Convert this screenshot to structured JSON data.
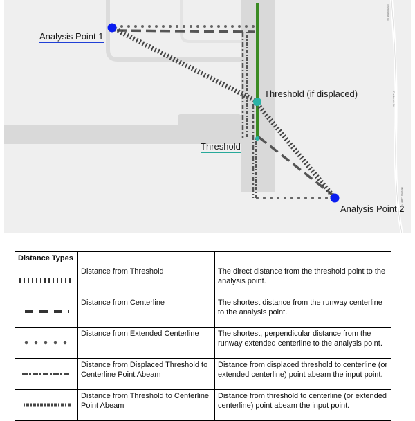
{
  "map": {
    "labels": {
      "analysis_point_1": "Analysis Point 1",
      "analysis_point_2": "Analysis Point 2",
      "threshold_displaced": "Threshold (if displaced)",
      "threshold": "Threshold"
    },
    "road_labels": [
      "Sherburne St",
      "Frederick St",
      "Mineral Lake Rd"
    ]
  },
  "legend": {
    "header": {
      "col1": "Distance Types",
      "col2": "",
      "col3": ""
    },
    "rows": [
      {
        "symbol": "threshold-distance-icon",
        "type": "Distance from Threshold",
        "description": "The direct distance from the threshold point to the analysis point."
      },
      {
        "symbol": "centerline-distance-icon",
        "type": "Distance from Centerline",
        "description": "The shortest distance from the runway centerline to the analysis point."
      },
      {
        "symbol": "extended-centerline-distance-icon",
        "type": "Distance from Extended Centerline",
        "description": "The shortest, perpendicular distance from the runway extended centerline to the analysis point."
      },
      {
        "symbol": "displaced-threshold-abeam-icon",
        "type": "Distance from Displaced Threshold to Centerline Point Abeam",
        "description": "Distance from displaced threshold to centerline (or extended centerline) point abeam the input point."
      },
      {
        "symbol": "threshold-abeam-icon",
        "type": "Distance from Threshold to Centerline Point Abeam",
        "description": "Distance from threshold to centerline (or extended centerline) point abeam the input point."
      }
    ]
  },
  "colors": {
    "analysis_point": "#0a1df0",
    "threshold_point": "#2bb3a6",
    "runway_centerline": "#3a8a22",
    "distance_lines": "#555555",
    "map_background": "#efefef",
    "pavement": "#d7d7d7"
  }
}
